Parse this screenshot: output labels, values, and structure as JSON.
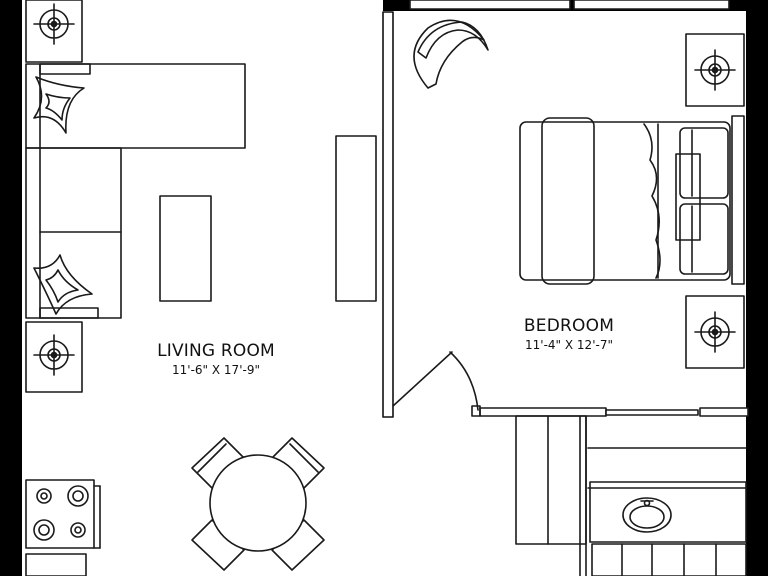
{
  "rooms": {
    "living": {
      "name": "LIVING ROOM",
      "dimensions": "11'-6\" X 17'-9\""
    },
    "bedroom": {
      "name": "BEDROOM",
      "dimensions": "11'-4\" X 12'-7\""
    }
  },
  "colors": {
    "wall": "#000000",
    "line": "#1a1a1a",
    "background": "#ffffff"
  },
  "icons": [
    "lamp-table-icon",
    "pillow-icon",
    "door-swing-icon",
    "stove-burner-icon",
    "sink-icon",
    "chair-icon"
  ]
}
